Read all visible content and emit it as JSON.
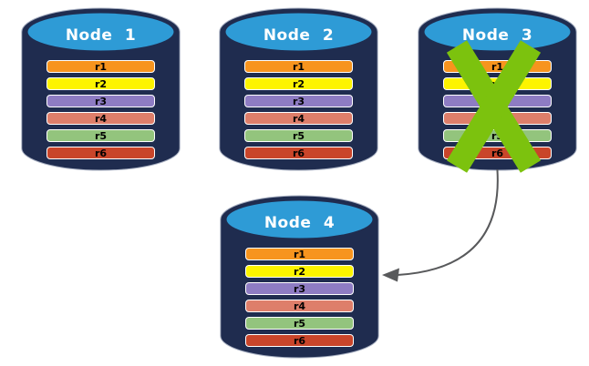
{
  "diagram": {
    "nodes": [
      {
        "label": "Node 1",
        "failed": false,
        "rows": [
          {
            "label": "r1",
            "color": "#F7941E"
          },
          {
            "label": "r2",
            "color": "#FDF400"
          },
          {
            "label": "r3",
            "color": "#8E7CC3"
          },
          {
            "label": "r4",
            "color": "#DE7E6A"
          },
          {
            "label": "r5",
            "color": "#93C47D"
          },
          {
            "label": "r6",
            "color": "#C9452A"
          }
        ]
      },
      {
        "label": "Node 2",
        "failed": false,
        "rows": [
          {
            "label": "r1",
            "color": "#F7941E"
          },
          {
            "label": "r2",
            "color": "#FDF400"
          },
          {
            "label": "r3",
            "color": "#8E7CC3"
          },
          {
            "label": "r4",
            "color": "#DE7E6A"
          },
          {
            "label": "r5",
            "color": "#93C47D"
          },
          {
            "label": "r6",
            "color": "#C9452A"
          }
        ]
      },
      {
        "label": "Node 3",
        "failed": true,
        "rows": [
          {
            "label": "r1",
            "color": "#F7941E"
          },
          {
            "label": "r2",
            "color": "#FDF400"
          },
          {
            "label": "r3",
            "color": "#8E7CC3"
          },
          {
            "label": "r4",
            "color": "#DE7E6A"
          },
          {
            "label": "r5",
            "color": "#93C47D"
          },
          {
            "label": "r6",
            "color": "#C9452A"
          }
        ]
      },
      {
        "label": "Node 4",
        "failed": false,
        "rows": [
          {
            "label": "r1",
            "color": "#F7941E"
          },
          {
            "label": "r2",
            "color": "#FDF400"
          },
          {
            "label": "r3",
            "color": "#8E7CC3"
          },
          {
            "label": "r4",
            "color": "#DE7E6A"
          },
          {
            "label": "r5",
            "color": "#93C47D"
          },
          {
            "label": "r6",
            "color": "#C9452A"
          }
        ]
      }
    ],
    "arrow": {
      "from": "Node 3",
      "to": "Node 4"
    },
    "colors": {
      "cylinder_body": "#1F2C4F",
      "cylinder_top": "#2E9BD6",
      "title_text": "#FFFFFF",
      "row_border": "#FFFFFF",
      "row_text": "#000000",
      "failure_x": "#7CC20E",
      "arrow": "#58595B"
    }
  }
}
